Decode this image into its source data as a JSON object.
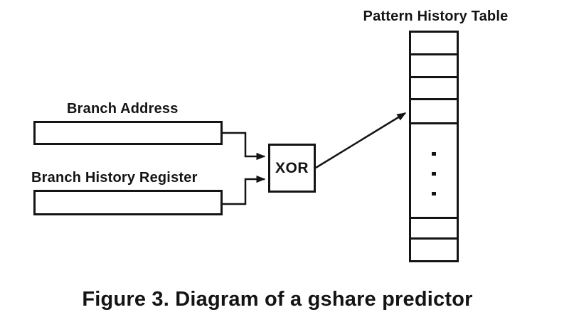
{
  "figure": {
    "caption": "Figure 3. Diagram of a gshare predictor"
  },
  "labels": {
    "pattern_history_table": "Pattern History Table",
    "branch_address": "Branch Address",
    "branch_history_register": "Branch History Register",
    "xor": "XOR"
  },
  "pattern_history_table": {
    "rows_above_ellipsis": 4,
    "rows_below_ellipsis": 2,
    "ellipsis_dot_count": 3
  },
  "connections": [
    {
      "from": "branch-address-register",
      "to": "xor-box"
    },
    {
      "from": "branch-history-register",
      "to": "xor-box"
    },
    {
      "from": "xor-box",
      "to": "pattern-history-table"
    }
  ],
  "colors": {
    "ink": "#141414",
    "background": "#ffffff"
  }
}
